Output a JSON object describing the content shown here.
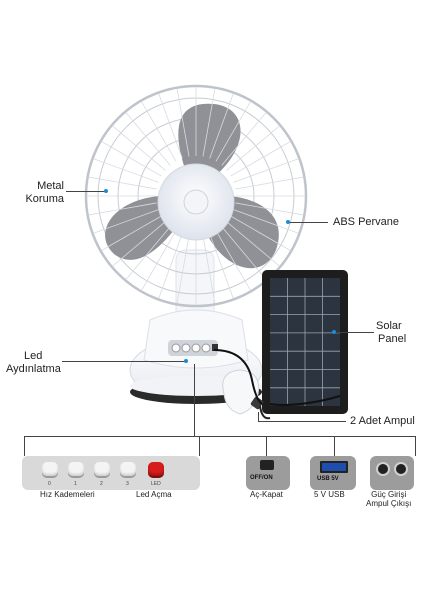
{
  "labels": {
    "metal_koruma_1": "Metal",
    "metal_koruma_2": "Koruma",
    "abs_pervane": "ABS Pervane",
    "solar_panel_1": "Solar",
    "solar_panel_2": "Panel",
    "led_aydinlatma_1": "Led",
    "led_aydinlatma_2": "Aydınlatma",
    "ampul": "2 Adet Ampul"
  },
  "thumbs": {
    "hiz_kademeleri": "Hız Kademeleri",
    "led_acma": "Led Açma",
    "ac_kapat": "Aç-Kapat",
    "usb": "5 V USB",
    "guc_girisi_1": "Güç Girişi",
    "guc_girisi_2": "Ampul Çıkışı"
  },
  "button_numbers": [
    "0",
    "1",
    "2",
    "3",
    "LED"
  ],
  "switch_text": "OFF/ON",
  "usb_text": "USB 5V",
  "colors": {
    "accent_dot": "#1a8bd6",
    "blade": "#8f9196",
    "led_red": "#d51d1d"
  }
}
